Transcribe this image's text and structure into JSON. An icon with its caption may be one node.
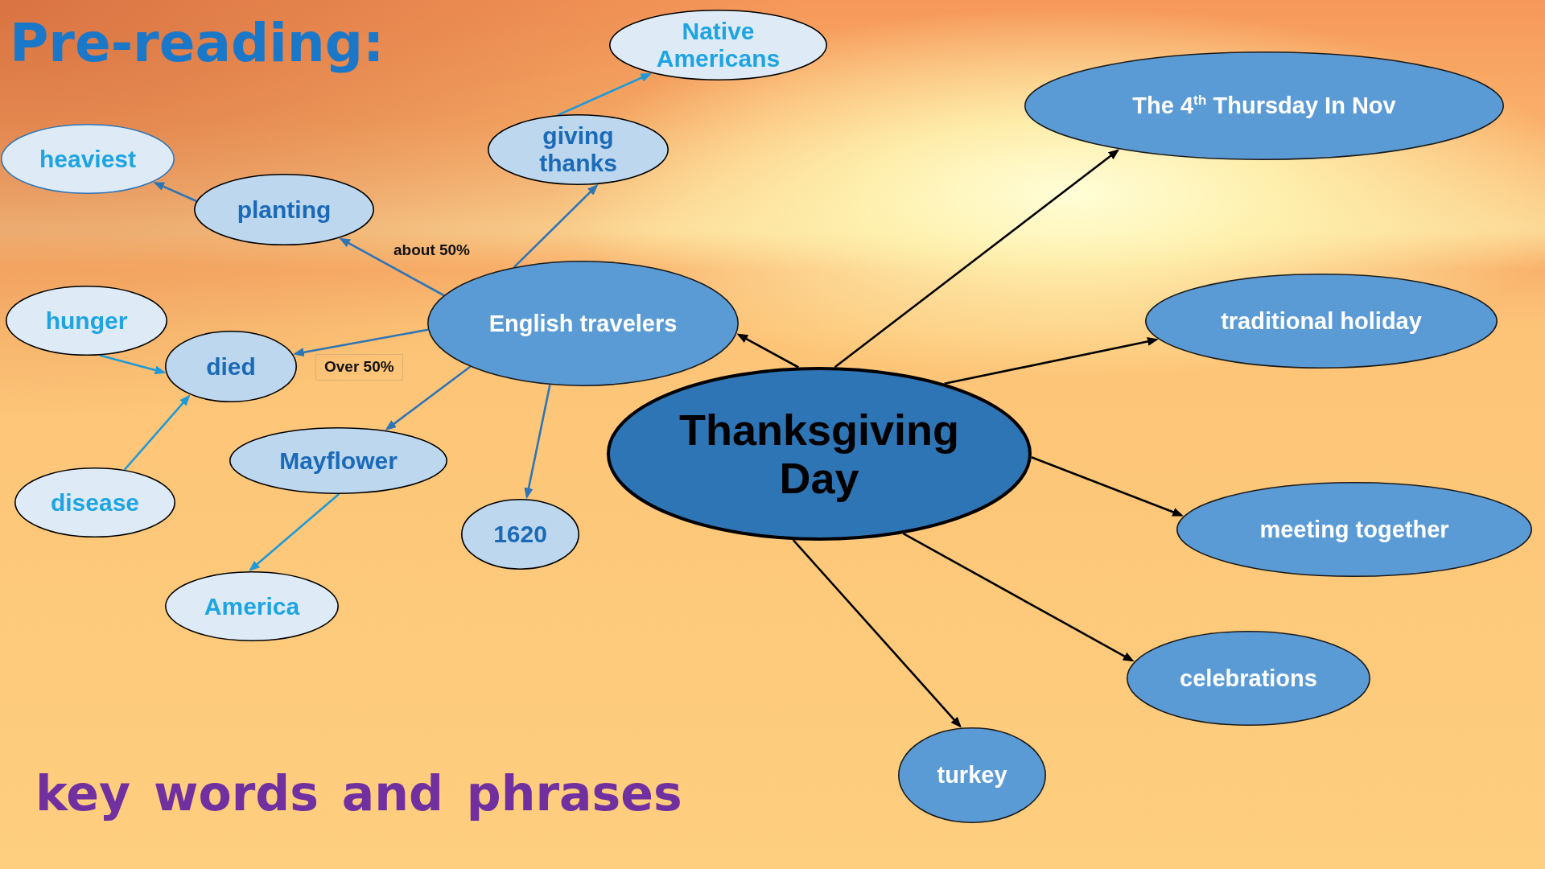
{
  "diagram": {
    "title": "Pre-reading:",
    "nodes": [
      {
        "text": [
          "Thanksgiving Day"
        ]
      },
      {
        "text": [
          "English travelers"
        ]
      },
      {
        "text": [
          "The 4$^{th}$ Thursday In Nov"
        ]
      },
      {
        "text": [
          "traditional holiday"
        ]
      },
      {
        "text": [
          "meeting together"
        ]
      },
      {
        "text": [
          "celebrations"
        ]
      },
      {
        "text": [
          "turkey"
        ]
      },
      {
        "text": [
          "giving thanks"
        ]
      },
      {
        "text": [
          "Native Americans"
        ]
      },
      {
        "text": [
          "planting"
        ]
      },
      {
        "text": [
          "heaviest"
        ]
      },
      {
        "text": [
          "hunger"
        ]
      },
      {
        "text": [
          "died"
        ]
      },
      {
        "text": [
          "disease"
        ]
      },
      {
        "text": [
          "Mayflower"
        ]
      },
      {
        "text": [
          "America"
        ]
      },
      {
        "text": [
          "1620"
        ]
      }
    ],
    "edges": [
      {
        "from": 1,
        "to": 9,
        "arrow": "to",
        "label": "about 50%"
      },
      {
        "from": 1,
        "to": 7,
        "arrow": "to"
      },
      {
        "from": 7,
        "to": 8,
        "arrow": "to",
        "color": "#1e9ad8"
      },
      {
        "from": 9,
        "to": 10,
        "arrow": "to"
      },
      {
        "from": 1,
        "to": 12,
        "arrow": "to",
        "label": "Over 50%"
      },
      {
        "from": 11,
        "to": 12,
        "arrow": "to",
        "color": "#1e9ad8"
      },
      {
        "from": 13,
        "to": 12,
        "arrow": "to",
        "color": "#1e9ad8"
      },
      {
        "from": 1,
        "to": 14,
        "arrow": "to"
      },
      {
        "from": 14,
        "to": 15,
        "arrow": "to",
        "color": "#1e9ad8"
      },
      {
        "from": 1,
        "to": 16,
        "arrow": "to"
      },
      {
        "from": 0,
        "to": 1,
        "arrow": "to",
        "color": "#000000"
      },
      {
        "from": 0,
        "to": 2,
        "arrow": "to",
        "color": "#000000"
      },
      {
        "from": 0,
        "to": 3,
        "arrow": "to",
        "color": "#000000"
      },
      {
        "from": 0,
        "to": 4,
        "arrow": "to",
        "color": "#000000"
      },
      {
        "from": 0,
        "to": 5,
        "arrow": "to",
        "color": "#000000"
      },
      {
        "from": 0,
        "to": 6,
        "arrow": "to",
        "color": "#000000"
      }
    ],
    "labels": [
      "key words and phrases"
    ]
  }
}
